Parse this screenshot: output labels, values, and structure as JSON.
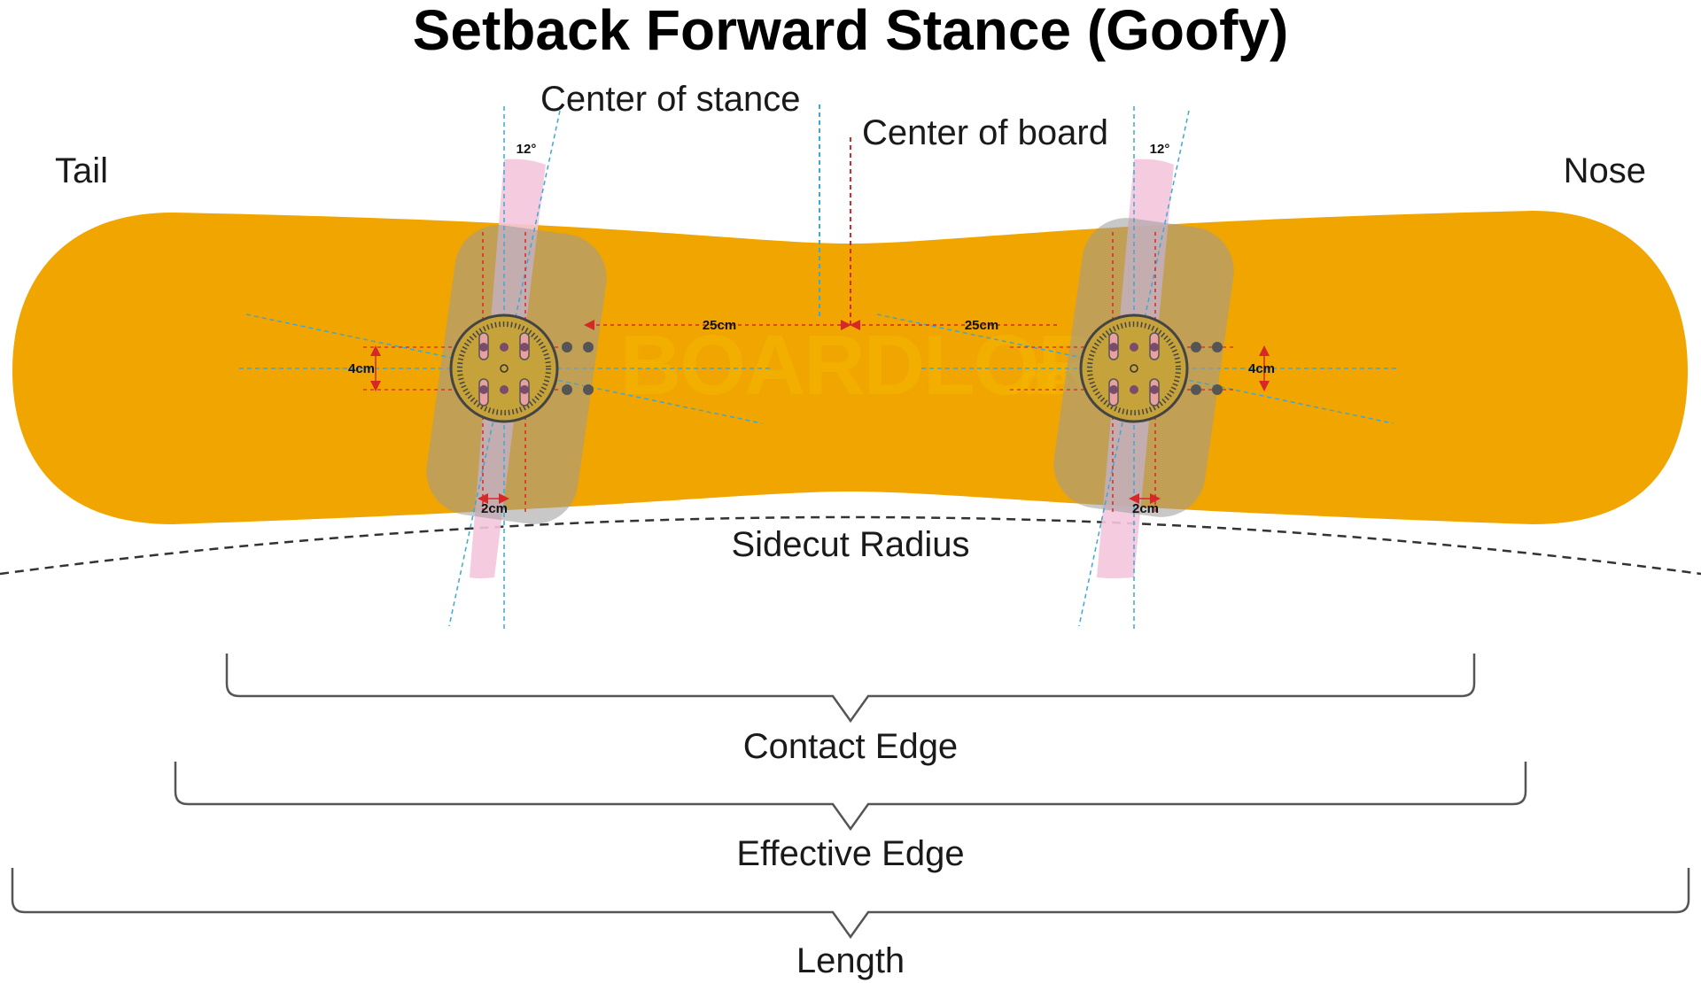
{
  "title": "Setback Forward Stance (Goofy)",
  "labels": {
    "tail": "Tail",
    "nose": "Nose",
    "center_of_stance": "Center of stance",
    "center_of_board": "Center of board",
    "sidecut_radius": "Sidecut Radius",
    "contact_edge": "Contact Edge",
    "effective_edge": "Effective Edge",
    "length": "Length"
  },
  "measurements": {
    "angle_left": "12°",
    "angle_right": "12°",
    "width_left": "25cm",
    "width_right": "25cm",
    "insert_spacing_left": "4cm",
    "insert_spacing_right": "4cm",
    "setback_left": "2cm",
    "setback_right": "2cm"
  },
  "watermark": {
    "main": "BOARDLORD",
    "suffix": ".de"
  },
  "colors": {
    "board": "#f0a500",
    "binding": "#b3b3b3",
    "angle_wedge": "#f4c6dc",
    "reference_line": "#3fa7d6",
    "center_board_line": "#d62828",
    "brace": "#555555"
  }
}
